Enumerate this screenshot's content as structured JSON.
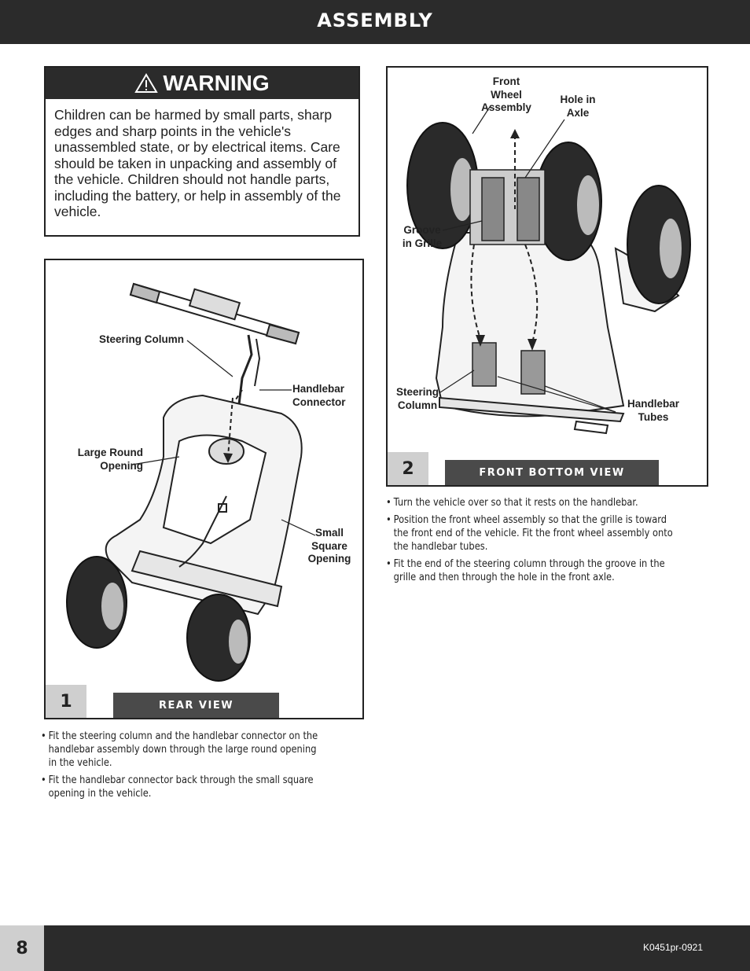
{
  "header": {
    "title": "ASSEMBLY"
  },
  "warning": {
    "title": "WARNING",
    "text": "Children can be harmed by small parts, sharp edges and sharp points in the vehicle's unassembled state, or by electrical items. Care should be taken in unpacking and assembly of the vehicle. Children should not handle parts, including the battery, or help in assembly of the vehicle."
  },
  "step1": {
    "number": "1",
    "view": "REAR VIEW",
    "callouts": {
      "steering_column": "Steering Column",
      "handlebar_connector": "Handlebar Connector",
      "large_round_opening": "Large Round Opening",
      "small_square_opening": "Small Square Opening"
    },
    "bullets": [
      "Fit the steering column and the handlebar connector on the handlebar assembly down through the large round opening in the vehicle.",
      "Fit the handlebar connector back through the small square opening in the vehicle."
    ]
  },
  "step2": {
    "number": "2",
    "view": "FRONT BOTTOM VIEW",
    "callouts": {
      "front_wheel_assembly": "Front Wheel Assembly",
      "hole_in_axle": "Hole in Axle",
      "groove_in_grille": "Groove in Grille",
      "steering_column": "Steering Column",
      "handlebar_tubes": "Handlebar Tubes"
    },
    "bullets": [
      "Turn the vehicle over so that it rests on the handlebar.",
      "Position the front wheel assembly so that the grille is toward the front end of the vehicle. Fit the front wheel assembly onto the handlebar tubes.",
      "Fit the end of the steering column through the groove in the grille and then through the hole in the front axle."
    ]
  },
  "footer": {
    "page": "8",
    "code": "K0451pr-0921"
  }
}
